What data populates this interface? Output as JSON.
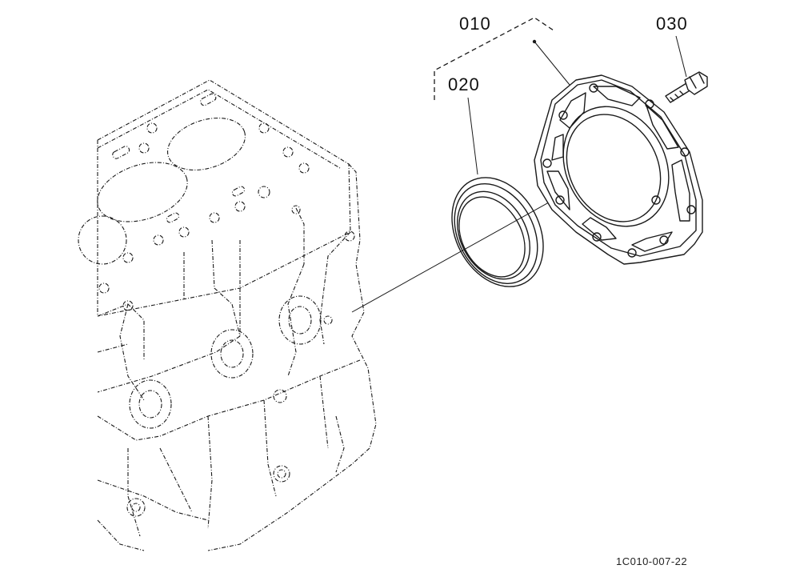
{
  "parts": {
    "p010": "010",
    "p020": "020",
    "p030": "030"
  },
  "figure_id": "1C010-007-22",
  "colors": {
    "line": "#1a1a1a",
    "background": "#ffffff"
  }
}
